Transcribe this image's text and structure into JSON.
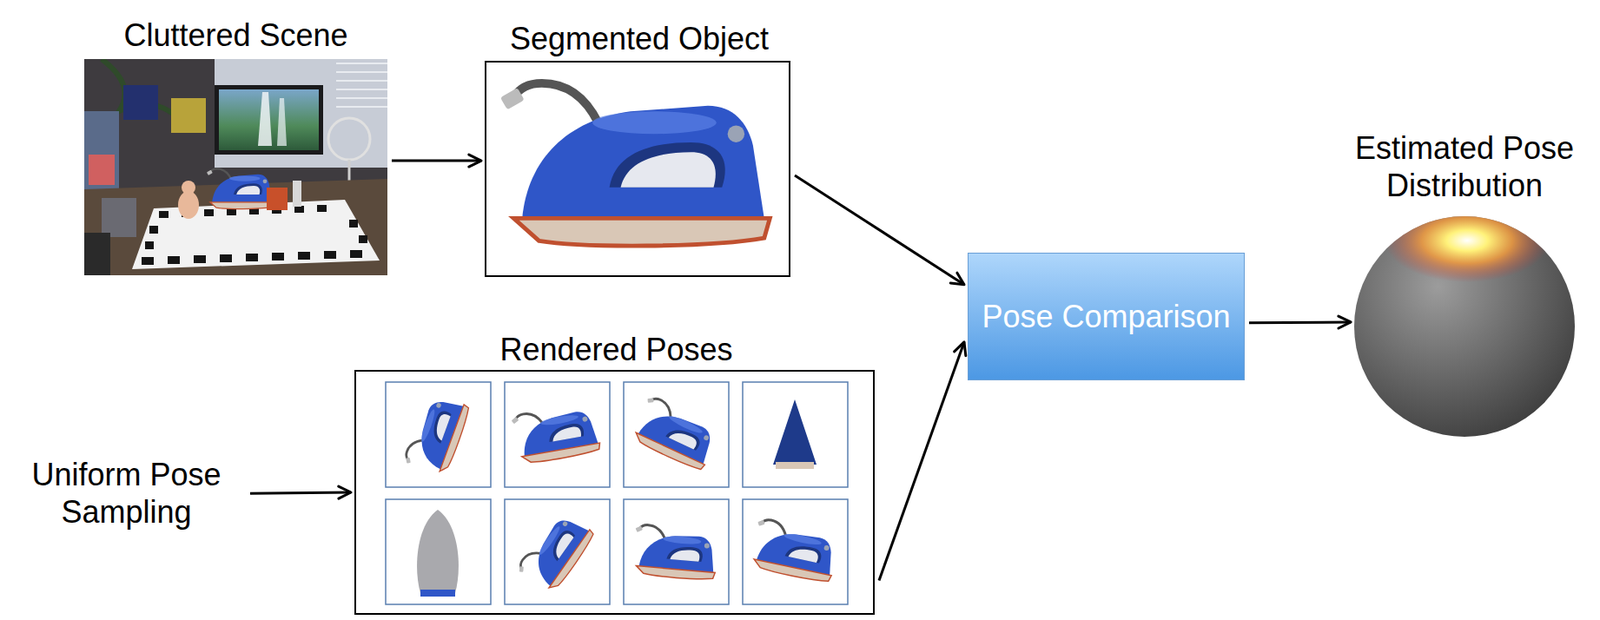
{
  "diagram": {
    "nodes": [
      {
        "text": [
          "Cluttered Scene"
        ]
      },
      {
        "text": [
          "Segmented Object"
        ]
      },
      {
        "text": [
          "Pose Comparison"
        ]
      },
      {
        "text": [
          "Estimated Pose Distribution"
        ]
      },
      {
        "text": [
          "Rendered Poses"
        ]
      },
      {
        "text": [
          "Uniform Pose Sampling"
        ]
      }
    ],
    "edges": [
      {
        "from": 0,
        "to": 1,
        "arrow": "to"
      },
      {
        "from": 1,
        "to": 2,
        "arrow": "to"
      },
      {
        "from": 5,
        "to": 4,
        "arrow": "to"
      },
      {
        "from": 4,
        "to": 2,
        "arrow": "to"
      },
      {
        "from": 2,
        "to": 3,
        "arrow": "to"
      }
    ]
  }
}
